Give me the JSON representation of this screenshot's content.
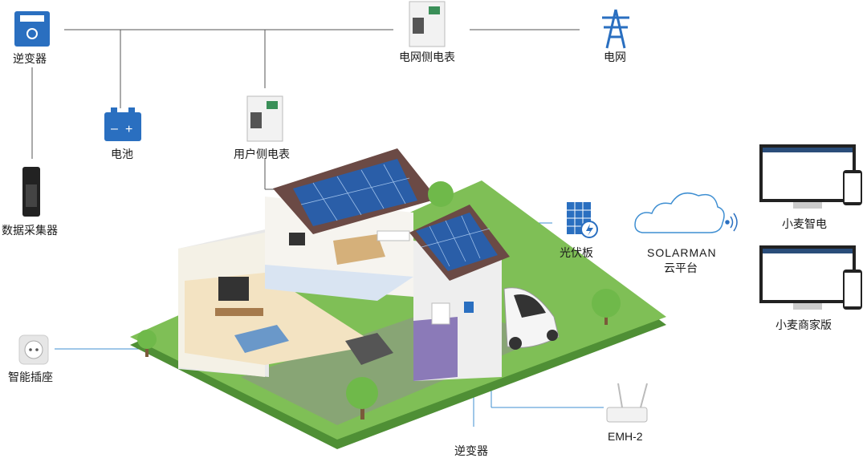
{
  "labels": {
    "inverter_top": "逆变器",
    "grid_meter": "电网侧电表",
    "grid": "电网",
    "battery": "电池",
    "user_meter": "用户侧电表",
    "datalogger": "数据采集器",
    "pv_panel": "光伏板",
    "cloud_name": "SOLARMAN",
    "cloud_platform": "云平台",
    "app_xiaomai": "小麦智电",
    "app_business": "小麦商家版",
    "smart_plug": "智能插座",
    "inverter_bottom": "逆变器",
    "emh": "EMH-2"
  },
  "colors": {
    "lawn": "#7fbf56",
    "lawn_edge": "#4f8f35",
    "roof_solar": "#2a5ea8",
    "roof_tile": "#6b4a45",
    "connector_dark": "#555555",
    "connector_blue": "#3f8fd2",
    "icon_blue": "#2a6fc0"
  },
  "icons": [
    "inverter-icon",
    "grid-meter-icon",
    "transmission-tower-icon",
    "battery-icon",
    "user-meter-icon",
    "datalogger-icon",
    "solar-panel-icon",
    "cloud-icon",
    "wifi-icon",
    "monitor-icon",
    "phone-icon",
    "smart-plug-icon",
    "router-icon",
    "tree-icon",
    "car-icon"
  ]
}
